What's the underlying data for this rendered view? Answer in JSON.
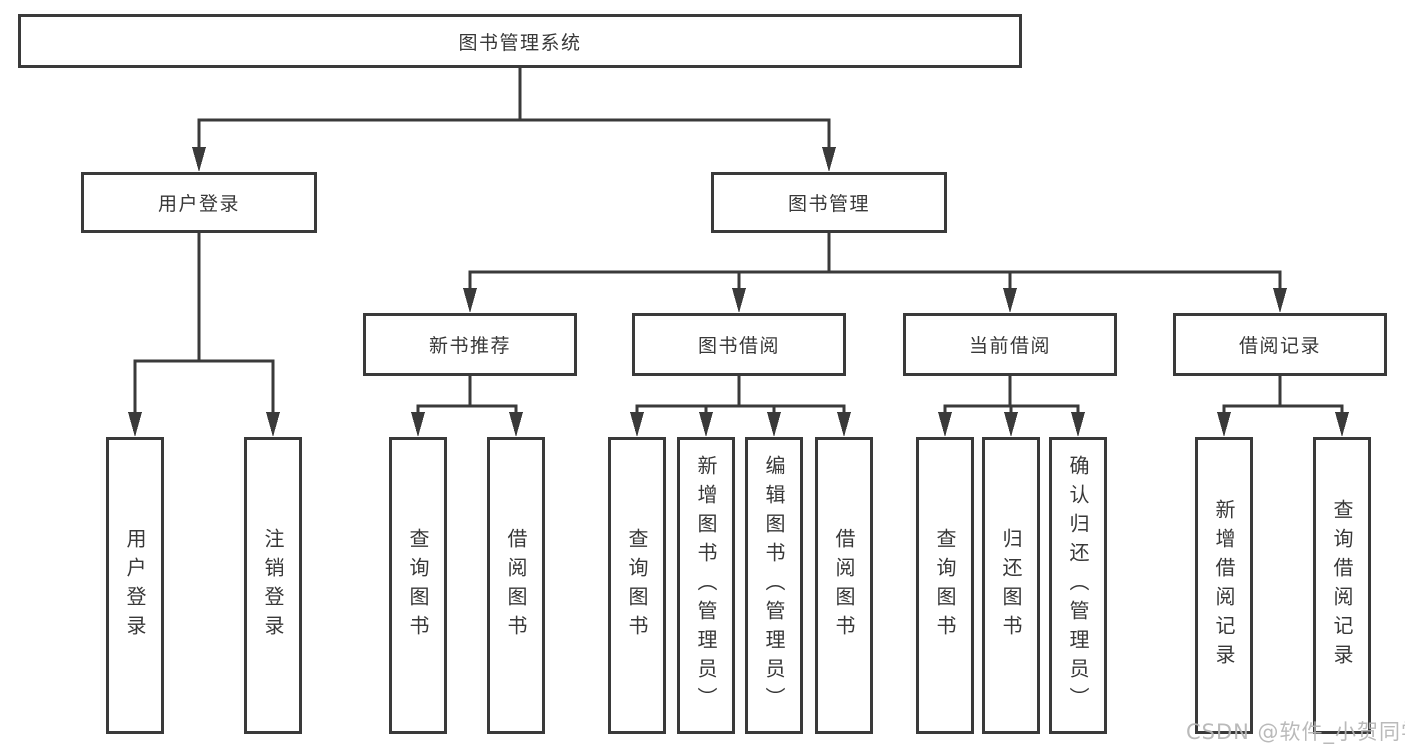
{
  "tree": {
    "label": "图书管理系统",
    "children": [
      {
        "label": "用户登录",
        "children": [
          {
            "label": "用户登录"
          },
          {
            "label": "注销登录"
          }
        ]
      },
      {
        "label": "图书管理",
        "children": [
          {
            "label": "新书推荐",
            "children": [
              {
                "label": "查询图书"
              },
              {
                "label": "借阅图书"
              }
            ]
          },
          {
            "label": "图书借阅",
            "children": [
              {
                "label": "查询图书"
              },
              {
                "label": "新增图书（管理员）"
              },
              {
                "label": "编辑图书（管理员）"
              },
              {
                "label": "借阅图书"
              }
            ]
          },
          {
            "label": "当前借阅",
            "children": [
              {
                "label": "查询图书"
              },
              {
                "label": "归还图书"
              },
              {
                "label": "确认归还（管理员）"
              }
            ]
          },
          {
            "label": "借阅记录",
            "children": [
              {
                "label": "新增借阅记录"
              },
              {
                "label": "查询借阅记录"
              }
            ]
          }
        ]
      }
    ]
  },
  "watermark": {
    "text": "CSDN @软件_小贺同学"
  },
  "colors": {
    "line": "#3a3a3a",
    "text": "#383838",
    "background": "#ffffff",
    "watermark": "#b5b5b5"
  }
}
